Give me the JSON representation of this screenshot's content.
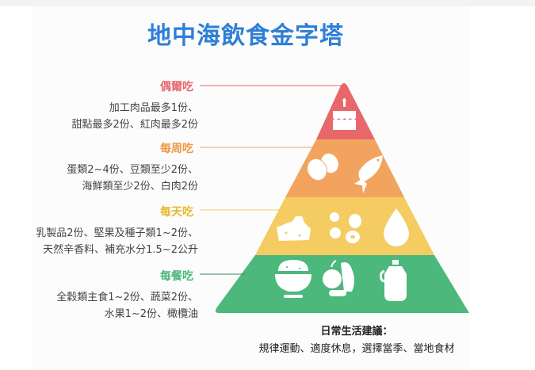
{
  "title": "地中海飲食金字塔",
  "colors": {
    "title": "#2e7fd6",
    "occasional": "#e8676b",
    "weekly": "#f2a45f",
    "daily": "#f4cc62",
    "every_meal": "#4cb87c",
    "weekly_label": "#ee9a45",
    "daily_label": "#e8b72c"
  },
  "tiers": [
    {
      "label": "偶爾吃",
      "description": [
        "加工肉品最多1份、",
        "甜點最多2份、紅肉最多2份"
      ],
      "icons": [
        "cake-icon"
      ]
    },
    {
      "label": "每周吃",
      "description": [
        "蛋類2~4份、豆類至少2份、",
        "海鮮類至少2份、白肉2份"
      ],
      "icons": [
        "eggs-icon",
        "fish-icon"
      ]
    },
    {
      "label": "每天吃",
      "description": [
        "乳製品2份、堅果及種子類1~2份、",
        "天然辛香料、補充水分1.5~2公升"
      ],
      "icons": [
        "cheese-icon",
        "nuts-icon",
        "water-drop-icon"
      ]
    },
    {
      "label": "每餐吃",
      "description": [
        "全穀類主食1~2份、蔬菜2份、",
        "水果1~2份、橄欖油"
      ],
      "icons": [
        "rice-bowl-icon",
        "fruits-vegetables-icon",
        "olive-oil-icon"
      ]
    }
  ],
  "advice": {
    "title": "日常生活建議：",
    "text": "規律運動、適度休息，選擇當季、當地食材"
  }
}
